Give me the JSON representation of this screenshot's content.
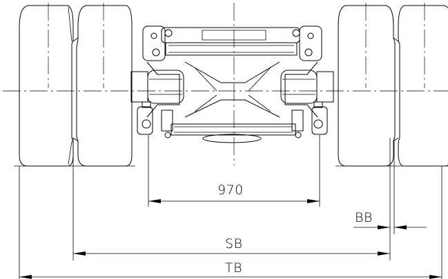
{
  "dimensions": {
    "spring_track": "970",
    "bb": "BB",
    "sb": "SB",
    "tb": "TB"
  }
}
